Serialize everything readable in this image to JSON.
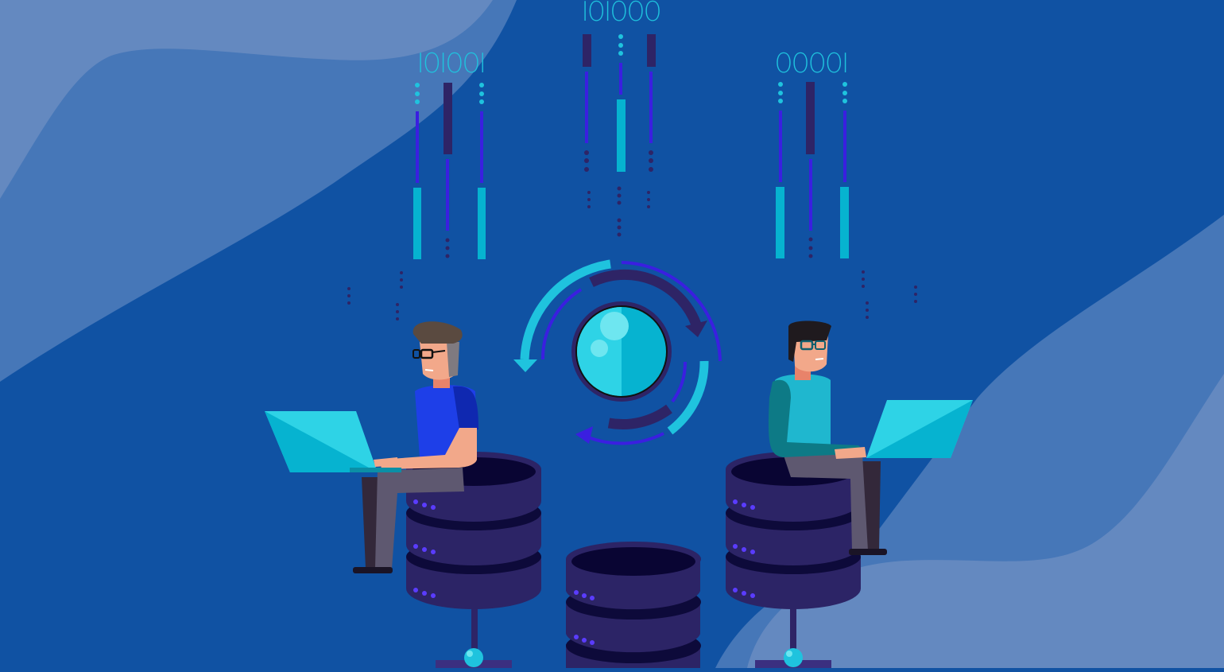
{
  "illustration": {
    "subject": "Two developers with laptops sitting on database servers around a data sync cycle",
    "binary_labels": {
      "left": "IOIOOI",
      "center": "IOIOOO",
      "right": "OOOOI"
    },
    "colors": {
      "background": "#1052a3",
      "wave_light": "#6489c0",
      "wave_mid": "#4677b8",
      "cyan": "#1fc3de",
      "cyan_bar": "#06b3d0",
      "violet_line": "#3a1fe0",
      "dark_purple": "#2e2466",
      "server_body": "#2c2466",
      "server_top": "#090533",
      "server_led": "#5a3cff",
      "laptop": "#2ed3e6",
      "skin": "#f2a88a"
    },
    "icons": [
      "sync-cycle-icon",
      "database-server-icon",
      "laptop-icon",
      "developer-figure"
    ]
  }
}
